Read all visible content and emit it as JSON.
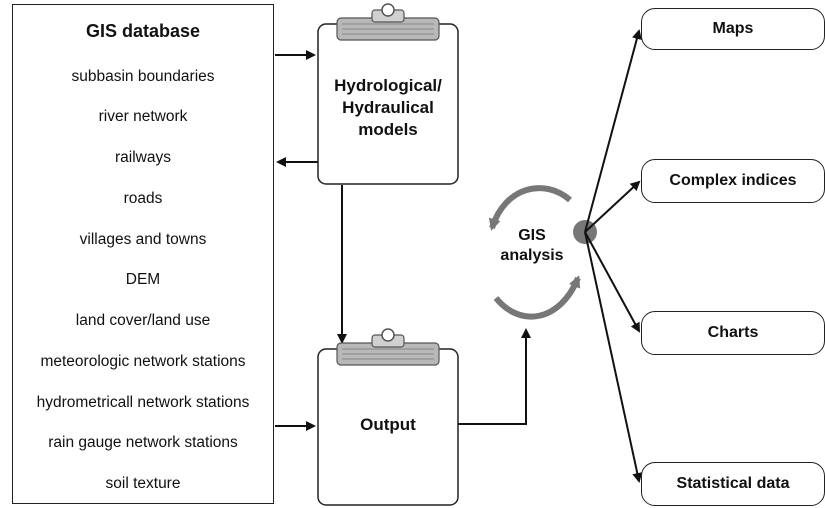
{
  "database": {
    "title": "GIS database",
    "items": [
      "subbasin boundaries",
      "river network",
      "railways",
      "roads",
      "villages and towns",
      "DEM",
      "land cover/land use",
      "meteorologic network stations",
      "hydrometricall network stations",
      "rain gauge network stations",
      "soil texture"
    ]
  },
  "models": {
    "line1": "Hydrological/",
    "line2": "Hydraulical",
    "line3": "models"
  },
  "output": {
    "label": "Output"
  },
  "analysis": {
    "line1": "GIS",
    "line2": "analysis"
  },
  "outputs": {
    "maps": "Maps",
    "indices": "Complex indices",
    "charts": "Charts",
    "statistical": "Statistical data"
  }
}
